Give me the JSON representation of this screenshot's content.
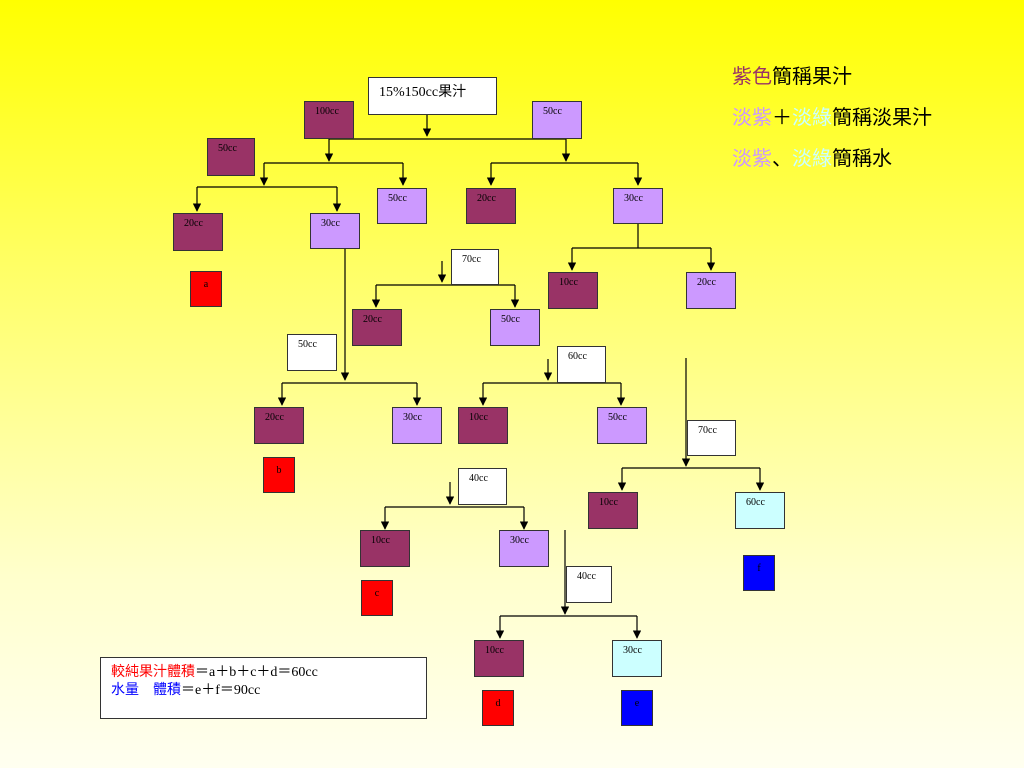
{
  "legend": {
    "line1": {
      "a": "紫色",
      "b": "簡稱果汁"
    },
    "line2": {
      "a": "淡紫",
      "b": "＋",
      "c": "淡綠",
      "d": "簡稱淡果汁"
    },
    "line3": {
      "a": "淡紫",
      "b": "、",
      "c": "淡綠",
      "d": "簡稱水"
    }
  },
  "nodes": {
    "root": "15%150cc果汁",
    "n1": "100cc",
    "n2": "50cc",
    "n3": "50cc",
    "n4": "20cc",
    "n5": "30cc",
    "n6": "50cc",
    "n7": "20cc",
    "n8": "30cc",
    "n9": "70cc",
    "n10": "20cc",
    "n11": "50cc",
    "n12": "10cc",
    "n13": "20cc",
    "n14": "50cc",
    "n15": "20cc",
    "n16": "30cc",
    "n17": "60cc",
    "n18": "10cc",
    "n19": "50cc",
    "n20": "70cc",
    "n21": "10cc",
    "n22": "60cc",
    "n23": "40cc",
    "n24": "10cc",
    "n25": "30cc",
    "n26": "40cc",
    "n27": "10cc",
    "n28": "30cc",
    "ra": "a",
    "rb": "b",
    "rc": "c",
    "rd": "d",
    "be": "e",
    "bf": "f"
  },
  "summary": {
    "line1_red": "較純果汁體積",
    "line1_rest": "＝a＋b＋c＋d＝60cc",
    "line2_blue": "水量　體積",
    "line2_rest": "＝e＋f＝90cc"
  },
  "colors": {
    "purple": "#993366",
    "lavender": "#cc99ff",
    "cyan": "#ccffff",
    "red": "#ff0000",
    "blue": "#0000ff",
    "background": "#ffff00"
  }
}
